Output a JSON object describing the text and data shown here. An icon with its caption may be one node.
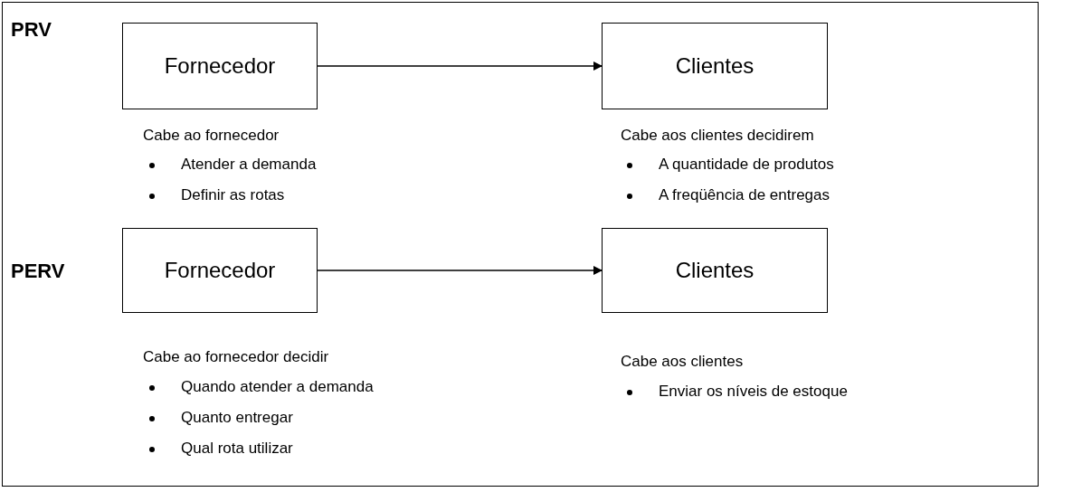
{
  "diagram": {
    "nodes": [
      {
        "text": [
          "Fornecedor"
        ],
        "beside": [
          "Cabe ao fornecedor",
          "Atender a demanda",
          "Definir as rotas"
        ]
      },
      {
        "text": [
          "Clientes"
        ],
        "beside": [
          "Cabe aos clientes decidirem",
          "A quantidade de produtos",
          "A freqüência de entregas"
        ]
      },
      {
        "text": [
          "Fornecedor"
        ],
        "beside": [
          "Cabe ao fornecedor decidir",
          "Quando atender a demanda",
          "Quanto entregar",
          "Qual rota utilizar"
        ]
      },
      {
        "text": [
          "Clientes"
        ],
        "beside": [
          "Cabe aos clientes",
          "Enviar os níveis de estoque"
        ]
      }
    ],
    "edges": [
      {
        "from": 0,
        "to": 1,
        "arrow": "to"
      },
      {
        "from": 2,
        "to": 3,
        "arrow": "to"
      }
    ],
    "labels": [
      "PRV",
      "PERV"
    ]
  }
}
